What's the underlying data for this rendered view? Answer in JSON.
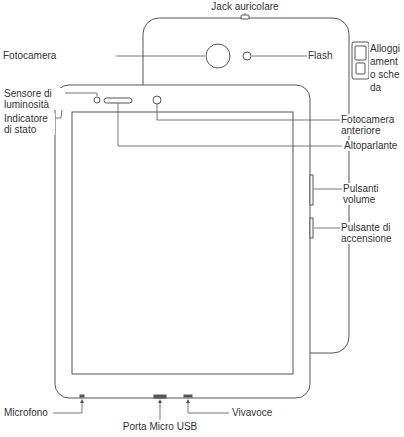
{
  "diagram": {
    "labels": [
      "Jack auricolare",
      "Fotocamera",
      "Flash",
      "Alloggiamento scheda",
      "Sensore di luminosità",
      "Indicatore di stato",
      "Fotocamera anteriore",
      "Altoparlante",
      "Pulsanti volume",
      "Pulsante di accensione",
      "Microfono",
      "Porta Micro USB",
      "Vivavoce"
    ]
  }
}
